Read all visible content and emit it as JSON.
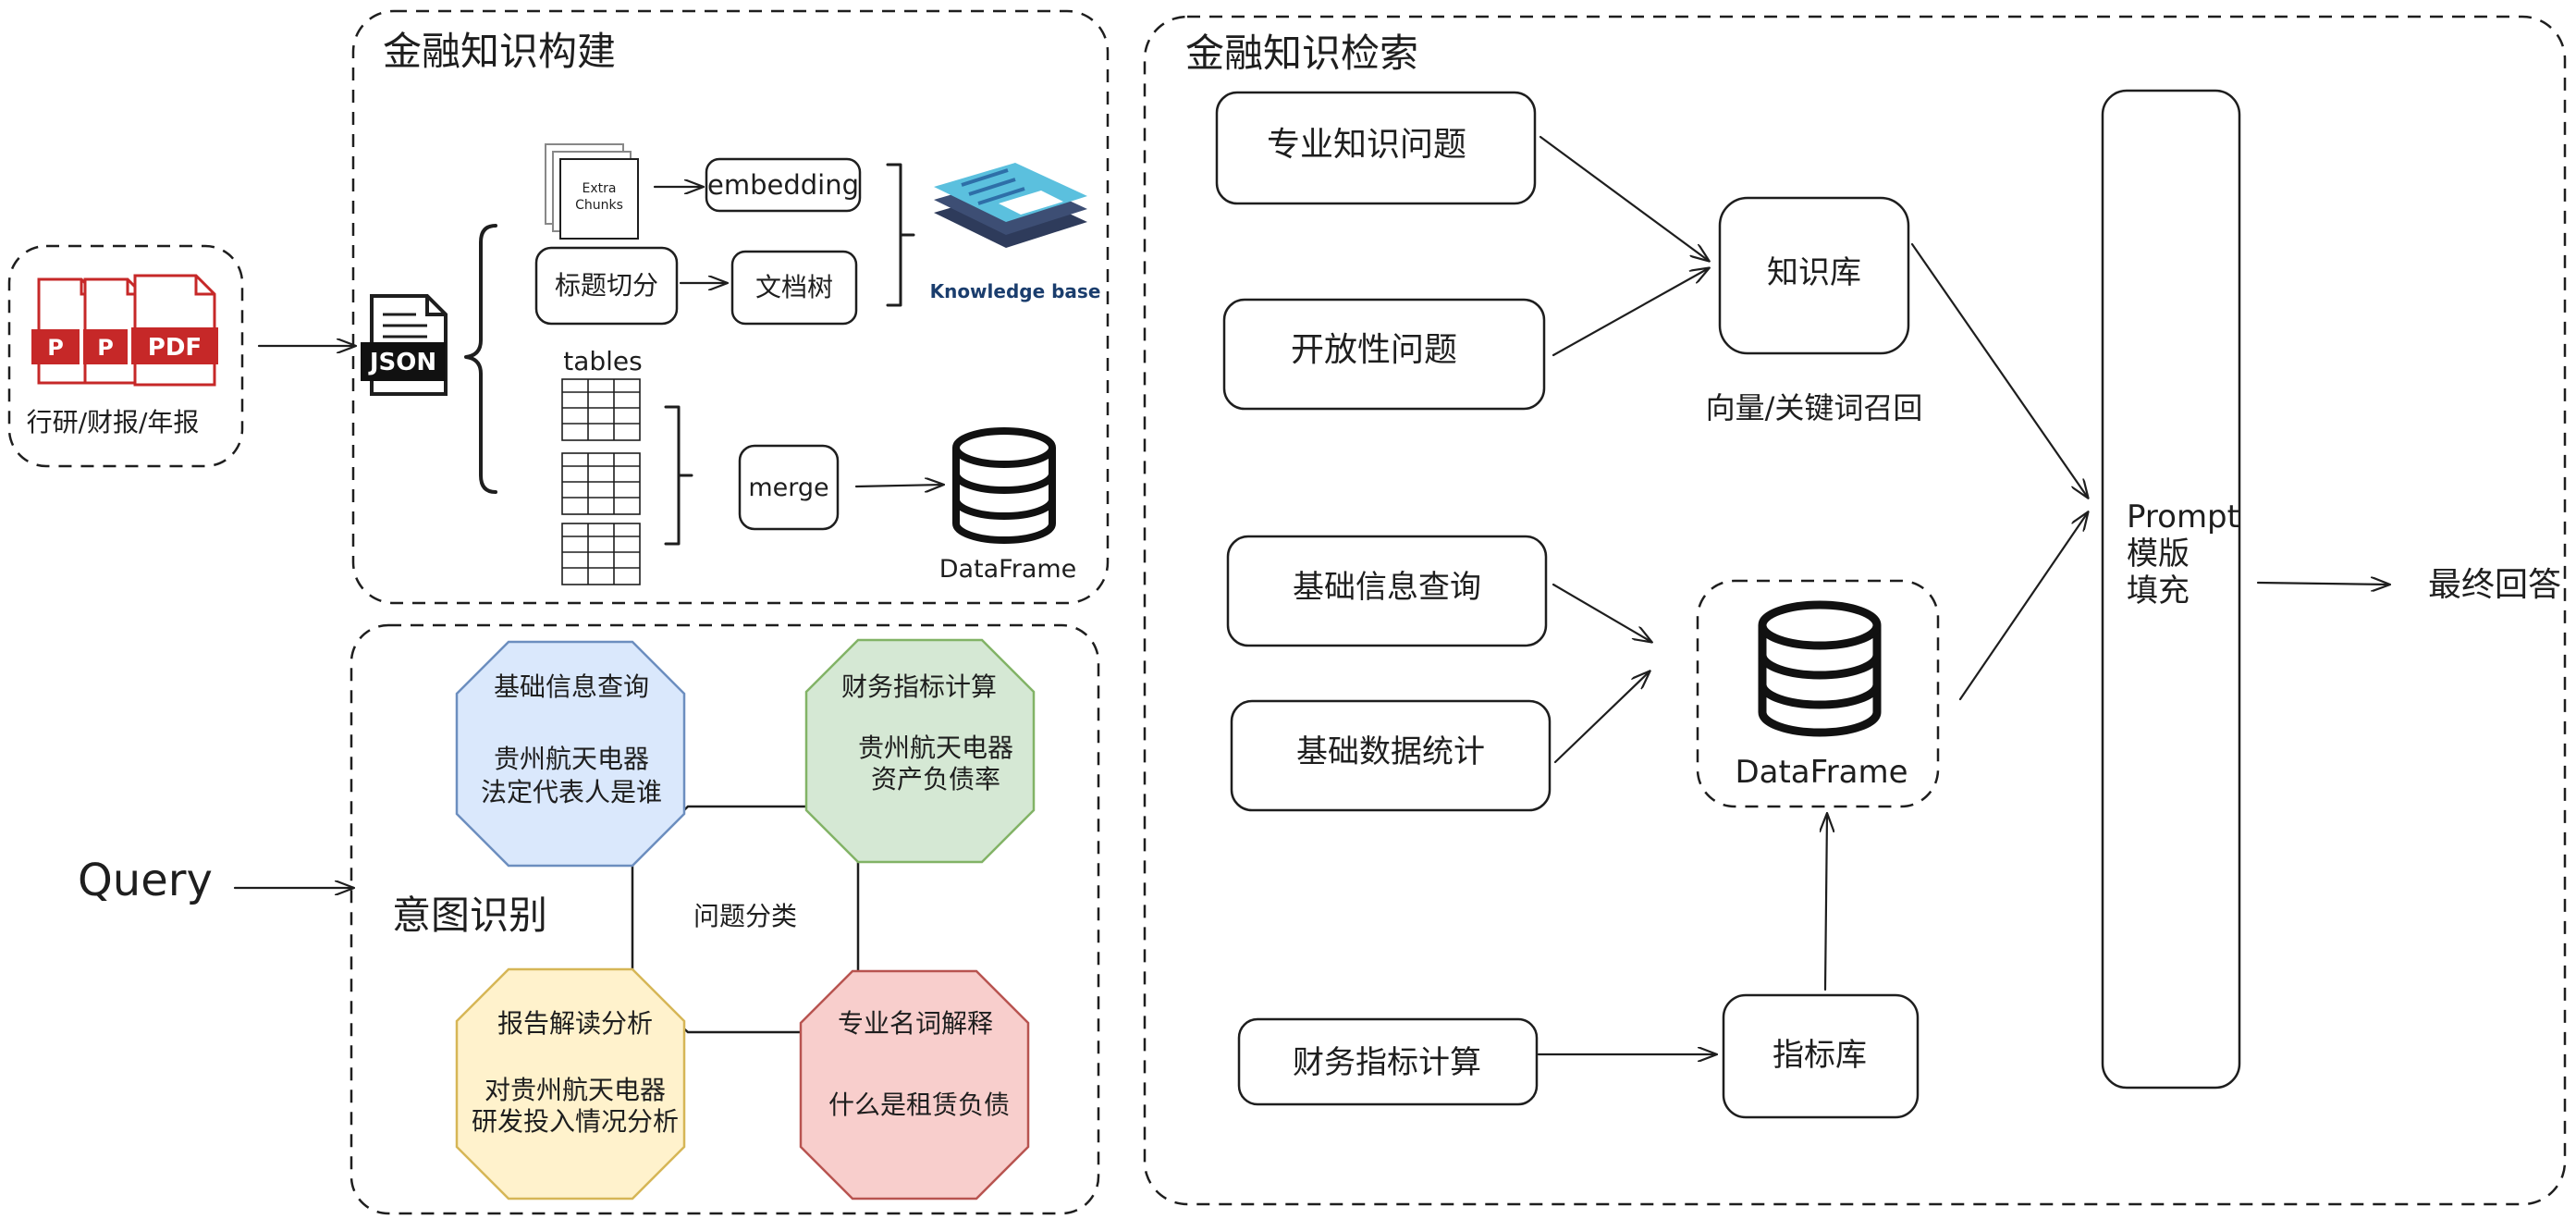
{
  "build": {
    "title": "金融知识构建",
    "doc_label": "行研/财报/年报",
    "pdf_labels": [
      "P",
      "P",
      "PDF"
    ],
    "json_label": "JSON",
    "extra_chunks_label": "Extra\nChunks",
    "embedding": "embedding",
    "title_split": "标题切分",
    "doc_tree": "文档树",
    "knowledge_base_label": "Knowledge base",
    "tables_label": "tables",
    "merge": "merge",
    "dataframe_label": "DataFrame"
  },
  "intent": {
    "query": "Query",
    "title": "意图识别",
    "center": "问题分类",
    "categories": [
      {
        "title": "基础信息查询",
        "example": [
          "贵州航天电器",
          "法定代表人是谁"
        ],
        "color": "#dae8fc",
        "stroke": "#6c8ebf"
      },
      {
        "title": "财务指标计算",
        "example": [
          "贵州航天电器",
          "资产负债率"
        ],
        "color": "#d5e8d4",
        "stroke": "#82b366"
      },
      {
        "title": "报告解读分析",
        "example": [
          "对贵州航天电器",
          "研发投入情况分析"
        ],
        "color": "#fff2cc",
        "stroke": "#d6b656"
      },
      {
        "title": "专业名词解释",
        "example": [
          "什么是租赁负债"
        ],
        "color": "#f8cecc",
        "stroke": "#b85450"
      }
    ]
  },
  "retrieval": {
    "title": "金融知识检索",
    "q_professional": "专业知识问题",
    "q_open": "开放性问题",
    "knowledge_base": "知识库",
    "recall": "向量/关键词召回",
    "q_basic_info": "基础信息查询",
    "q_basic_stats": "基础数据统计",
    "dataframe": "DataFrame",
    "q_finance": "财务指标计算",
    "metric_lib": "指标库",
    "prompt_lines": [
      "Prompt",
      "模版",
      "填充"
    ],
    "final_answer": "最终回答"
  },
  "colors": {
    "pdf_red": "#c62828",
    "kb_blue": "#5bc0de",
    "kb_dark": "#2e3b5b",
    "kb_text": "#1a3d6d"
  }
}
